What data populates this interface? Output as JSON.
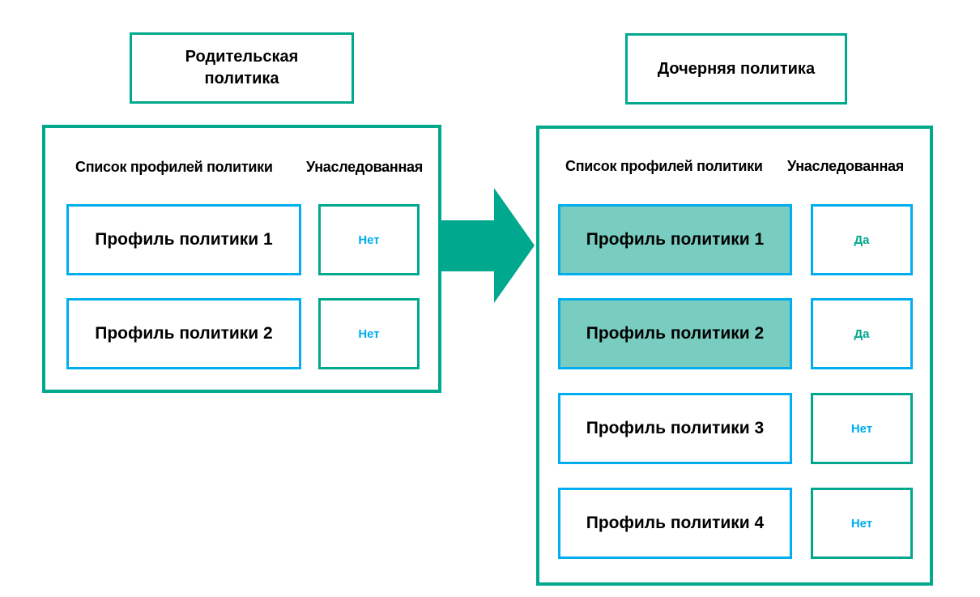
{
  "diagram": {
    "parent_policy": {
      "title": "Родительская политика",
      "headers": {
        "profiles": "Список профилей политики",
        "inherited": "Унаследованная"
      },
      "rows": [
        {
          "profile": "Профиль политики 1",
          "inherited": "Нет",
          "highlighted": false
        },
        {
          "profile": "Профиль политики 2",
          "inherited": "Нет",
          "highlighted": false
        }
      ]
    },
    "child_policy": {
      "title": "Дочерняя политика",
      "headers": {
        "profiles": "Список профилей политики",
        "inherited": "Унаследованная"
      },
      "rows": [
        {
          "profile": "Профиль политики 1",
          "inherited": "Да",
          "highlighted": true
        },
        {
          "profile": "Профиль политики 2",
          "inherited": "Да",
          "highlighted": true
        },
        {
          "profile": "Профиль политики 3",
          "inherited": "Нет",
          "highlighted": false
        },
        {
          "profile": "Профиль политики 4",
          "inherited": "Нет",
          "highlighted": false
        }
      ]
    },
    "colors": {
      "teal": "#00a88e",
      "blue": "#00aeef",
      "highlight_fill": "#79cdc0",
      "text": "#000000",
      "background": "#ffffff"
    }
  }
}
